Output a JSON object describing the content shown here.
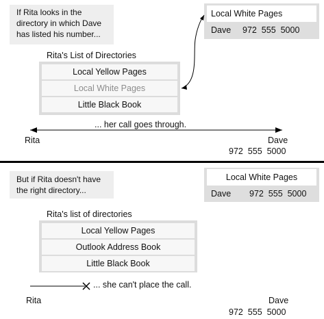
{
  "top": {
    "note_lines": [
      "If Rita looks in the",
      "directory in which Dave",
      "has listed his number..."
    ],
    "directory_list": {
      "title": "Rita's List of Directories",
      "items": [
        "Local Yellow Pages",
        "Local White Pages",
        "Little Black Book"
      ],
      "highlighted_index": 1
    },
    "white_pages": {
      "title": "Local White Pages",
      "entry_name": "Dave",
      "entry_number": "972  555  5000"
    },
    "call_text": "... her call goes through.",
    "caller": "Rita",
    "callee": "Dave",
    "callee_number": "972  555  5000"
  },
  "bottom": {
    "note_lines": [
      "But if Rita doesn't have",
      "the right directory..."
    ],
    "directory_list": {
      "title": "Rita's list of directories",
      "items": [
        "Local Yellow Pages",
        "Outlook Address Book",
        "Little Black Book"
      ]
    },
    "white_pages": {
      "title": "Local White Pages",
      "entry_name": "Dave",
      "entry_number": "972  555  5000"
    },
    "call_text": "... she can't place the call.",
    "caller": "Rita",
    "callee": "Dave",
    "callee_number": "972  555  5000"
  }
}
